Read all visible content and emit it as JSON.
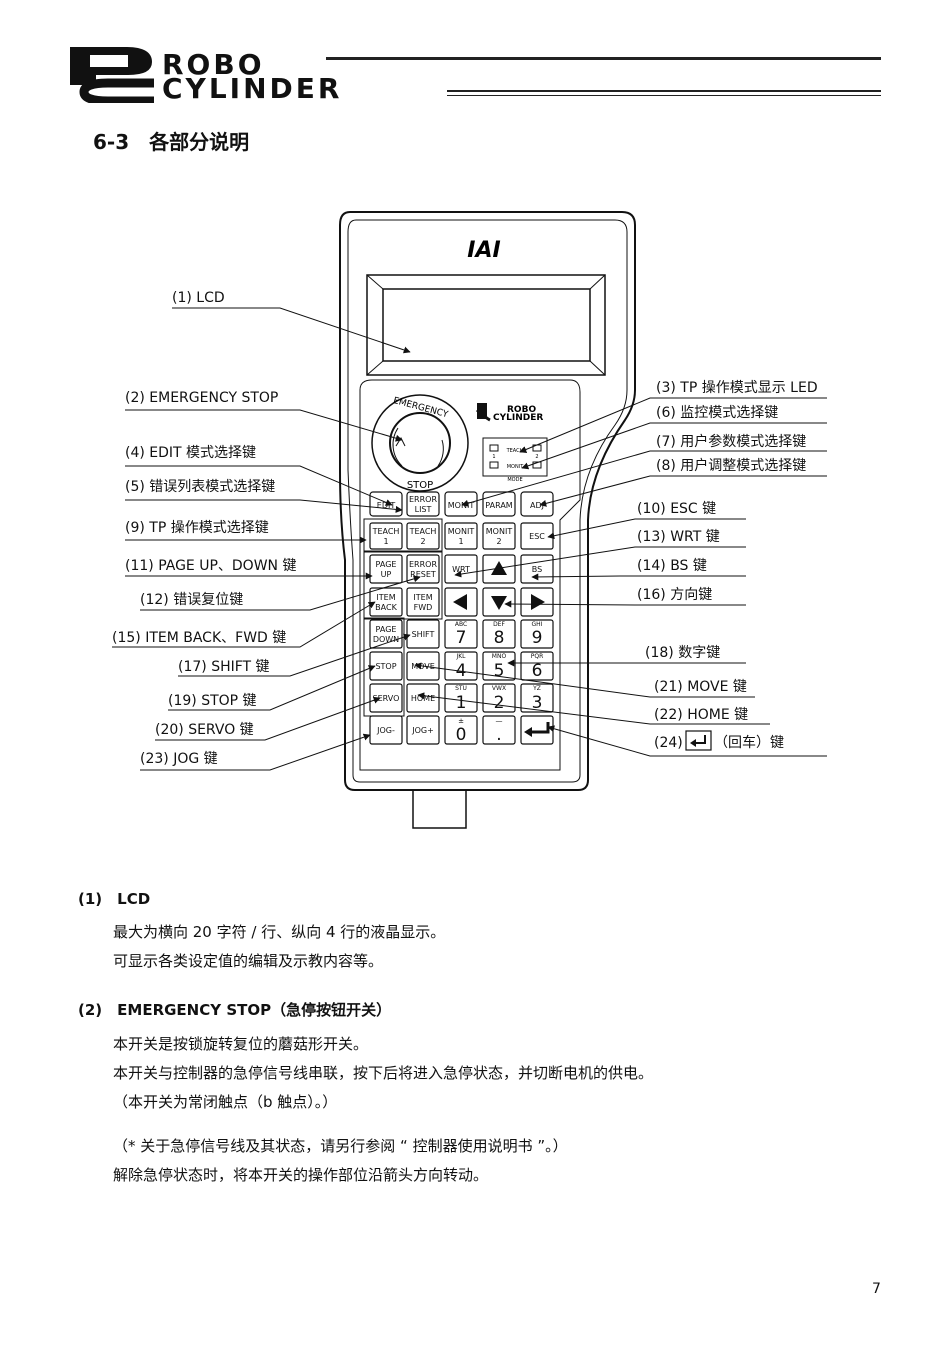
{
  "header": {
    "logo_line1": "ROBO",
    "logo_line2": "CYLINDER",
    "section_title": "6-3　各部分说明"
  },
  "device": {
    "brand": "IAI",
    "panel_logo_line1": "ROBO",
    "panel_logo_line2": "CYLINDER",
    "estop_ring_top": "EMERGENCY",
    "estop_ring_bottom": "STOP",
    "led_teach": "TEACH",
    "led_1": "1",
    "led_2": "2",
    "led_monit": "MONIT",
    "led_mode": "MODE",
    "keys": {
      "edit": "EDIT",
      "error_list_1": "ERROR",
      "error_list_2": "LIST",
      "monit": "MONIT",
      "param": "PARAM",
      "adj": "ADJ",
      "teach1_a": "TEACH",
      "teach1_b": "1",
      "teach2_a": "TEACH",
      "teach2_b": "2",
      "monit1_a": "MONIT",
      "monit1_b": "1",
      "monit2_a": "MONIT",
      "monit2_b": "2",
      "esc": "ESC",
      "pageup_a": "PAGE",
      "pageup_b": "UP",
      "error_reset_a": "ERROR",
      "error_reset_b": "RESET",
      "wrt": "WRT",
      "bs": "BS",
      "item_back_a": "ITEM",
      "item_back_b": "BACK",
      "item_fwd_a": "ITEM",
      "item_fwd_b": "FWD",
      "pagedown_a": "PAGE",
      "pagedown_b": "DOWN",
      "shift": "SHIFT",
      "stop": "STOP",
      "move": "MOVE",
      "servo": "SERVO",
      "home": "HOME",
      "jog_minus": "JOG-",
      "jog_plus": "JOG+",
      "n7_sub": "ABC",
      "n7": "7",
      "n8_sub": "DEF",
      "n8": "8",
      "n9_sub": "GHI",
      "n9": "9",
      "n4_sub": "JKL",
      "n4": "4",
      "n5_sub": "MNO",
      "n5": "5",
      "n6_sub": "PQR",
      "n6": "6",
      "n1_sub": "STU",
      "n1": "1",
      "n2_sub": "VWX",
      "n2": "2",
      "n3_sub": "YZ",
      "n3": "3",
      "n0_sub": "±",
      "n0": "0",
      "dot_sub": "—",
      "dot": "."
    }
  },
  "callouts": {
    "c1": "(1) LCD",
    "c2": "(2) EMERGENCY STOP",
    "c3": "(3) TP 操作模式显示 LED",
    "c4": "(4) EDIT 模式选择键",
    "c5": "(5) 错误列表模式选择键",
    "c6": "(6) 监控模式选择键",
    "c7": "(7) 用户参数模式选择键",
    "c8": "(8) 用户调整模式选择键",
    "c9": "(9) TP 操作模式选择键",
    "c10": "(10) ESC 键",
    "c11": "(11) PAGE UP、DOWN 键",
    "c12": "(12) 错误复位键",
    "c13": "(13) WRT 键",
    "c14": "(14) BS 键",
    "c15": "(15) ITEM BACK、FWD 键",
    "c16": "(16) 方向键",
    "c17": "(17) SHIFT 键",
    "c18": "(18) 数字键",
    "c19": "(19) STOP 键",
    "c20": "(20) SERVO 键",
    "c21": "(21) MOVE 键",
    "c22": "(22) HOME 键",
    "c23": "(23) JOG 键",
    "c24_prefix": "(24)",
    "c24_suffix": "（回车）键"
  },
  "sections": [
    {
      "heading": "(1)　LCD",
      "lines": [
        "最大为横向 20 字符 / 行、纵向 4 行的液晶显示。",
        "可显示各类设定值的编辑及示教内容等。"
      ]
    },
    {
      "heading": "(2)　EMERGENCY STOP（急停按钮开关）",
      "lines": [
        "本开关是按锁旋转复位的蘑菇形开关。",
        "本开关与控制器的急停信号线串联，按下后将进入急停状态，并切断电机的供电。",
        "（本开关为常闭触点（b 触点）。）",
        "（* 关于急停信号线及其状态，请另行参阅 “ 控制器使用说明书 ”。）",
        "解除急停状态时，将本开关的操作部位沿箭头方向转动。"
      ]
    }
  ],
  "page_number": "7"
}
